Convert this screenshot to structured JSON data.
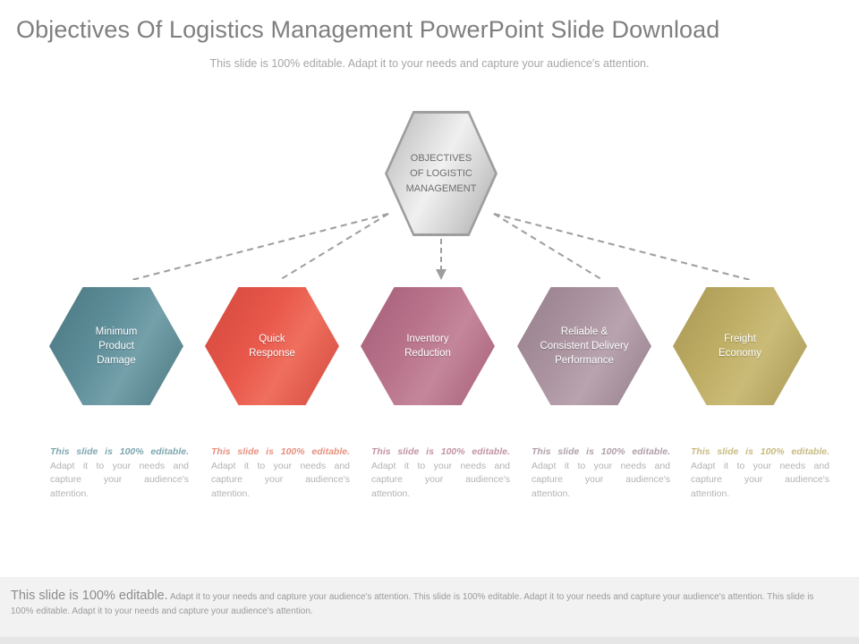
{
  "header": {
    "title": "Objectives Of Logistics Management PowerPoint Slide Download",
    "subtitle": "This slide is 100% editable. Adapt it to your needs and capture your audience's attention."
  },
  "diagram": {
    "center": {
      "label": "OBJECTIVES OF LOGISTIC MANAGEMENT",
      "line1": "OBJECTIVES",
      "line2": "OF LOGISTIC",
      "line3": "MANAGEMENT",
      "color": "#d2d2d2",
      "text_color": "#6e6e6e"
    },
    "nodes": [
      {
        "label": "Minimum Product Damage",
        "line1": "Minimum",
        "line2": "Product",
        "line3": "Damage",
        "color": "#5e8e99",
        "color_dark": "#4a7680",
        "color_light": "#74a0aa"
      },
      {
        "label": "Quick Response",
        "line1": "Quick",
        "line2": "Response",
        "line3": "",
        "color": "#e8574a",
        "color_dark": "#d2483d",
        "color_light": "#ef6f5e"
      },
      {
        "label": "Inventory Reduction",
        "line1": "Inventory",
        "line2": "Reduction",
        "line3": "",
        "color": "#b9748c",
        "color_dark": "#a55d77",
        "color_light": "#c4869b"
      },
      {
        "label": "Reliable & Consistent Delivery Performance",
        "line1": "Reliable &",
        "line2": "Consistent Delivery",
        "line3": "Performance",
        "color": "#ab94a0",
        "color_dark": "#957d8b",
        "color_light": "#b8a3ae"
      },
      {
        "label": "Freight Economy",
        "line1": "Freight",
        "line2": "Economy",
        "line3": "",
        "color": "#bfae65",
        "color_dark": "#a89753",
        "color_light": "#cabb78"
      }
    ]
  },
  "captions": [
    {
      "lead": "This slide is 100% editable.",
      "rest": "Adapt it to your needs and capture your audience's attention.",
      "lead_color": "#7fa7b0"
    },
    {
      "lead": "This slide is 100% editable.",
      "rest": "Adapt it to your needs and capture your audience's attention.",
      "lead_color": "#e8917f"
    },
    {
      "lead": "This slide is 100% editable.",
      "rest": "Adapt it to your needs and capture your audience's attention.",
      "lead_color": "#c295a5"
    },
    {
      "lead": "This slide is 100% editable.",
      "rest": "Adapt it to your needs and capture your audience's attention.",
      "lead_color": "#b0a0aa"
    },
    {
      "lead": "This slide is 100% editable.",
      "rest": "Adapt it to your needs and capture your audience's attention.",
      "lead_color": "#c9bb82"
    }
  ],
  "footer": {
    "lead": "This slide is 100% editable.",
    "rest": "Adapt it to your needs and capture your audience's attention. This slide is 100% editable. Adapt it to your needs and capture your audience's attention. This slide is 100% editable. Adapt it to your needs and capture your audience's attention."
  },
  "colors": {
    "title": "#7f7f7f",
    "subtitle": "#a6a6a6",
    "connector": "#9e9e9e",
    "footer_band": "#f2f2f2",
    "background": "#ffffff"
  }
}
